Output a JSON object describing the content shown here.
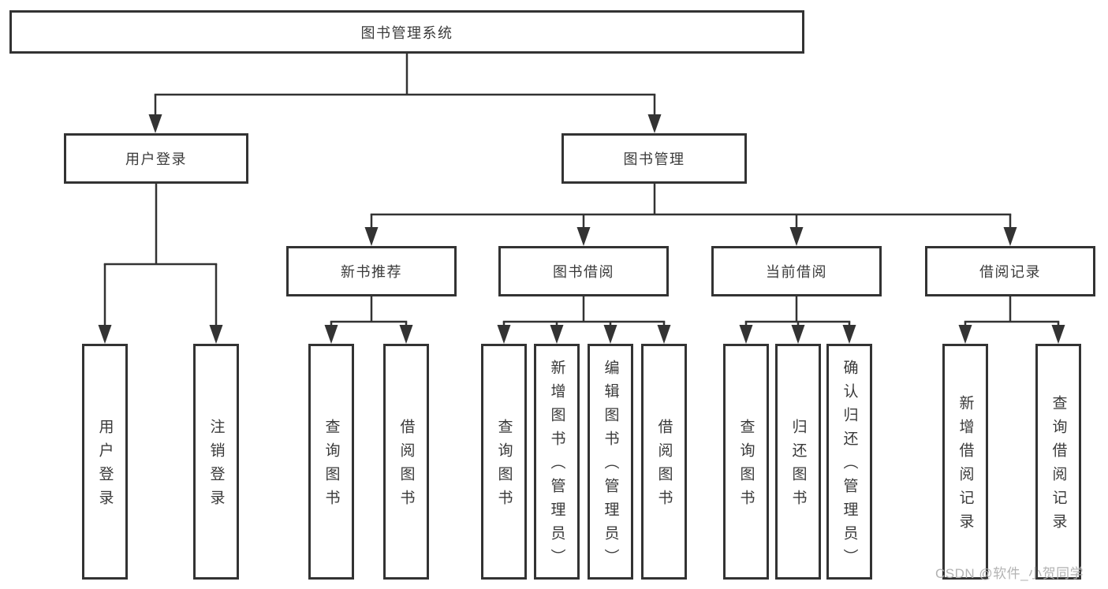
{
  "tree": {
    "root": {
      "label": "图书管理系统",
      "children": [
        {
          "label": "用户登录",
          "children": [
            {
              "label": "用户登录"
            },
            {
              "label": "注销登录"
            }
          ]
        },
        {
          "label": "图书管理",
          "children": [
            {
              "label": "新书推荐",
              "children": [
                {
                  "label": "查询图书"
                },
                {
                  "label": "借阅图书"
                }
              ]
            },
            {
              "label": "图书借阅",
              "children": [
                {
                  "label": "查询图书"
                },
                {
                  "label": "新增图书（管理员）"
                },
                {
                  "label": "编辑图书（管理员）"
                },
                {
                  "label": "借阅图书"
                }
              ]
            },
            {
              "label": "当前借阅",
              "children": [
                {
                  "label": "查询图书"
                },
                {
                  "label": "归还图书"
                },
                {
                  "label": "确认归还（管理员）"
                }
              ]
            },
            {
              "label": "借阅记录",
              "children": [
                {
                  "label": "新增借阅记录"
                },
                {
                  "label": "查询借阅记录"
                }
              ]
            }
          ]
        }
      ]
    }
  },
  "watermark": {
    "text": "CSDN @软件_小贺同学"
  },
  "colors": {
    "line": "#333333",
    "box_border": "#333333",
    "text": "#3a3a3a",
    "watermark": "#afafaf",
    "background": "#ffffff"
  }
}
